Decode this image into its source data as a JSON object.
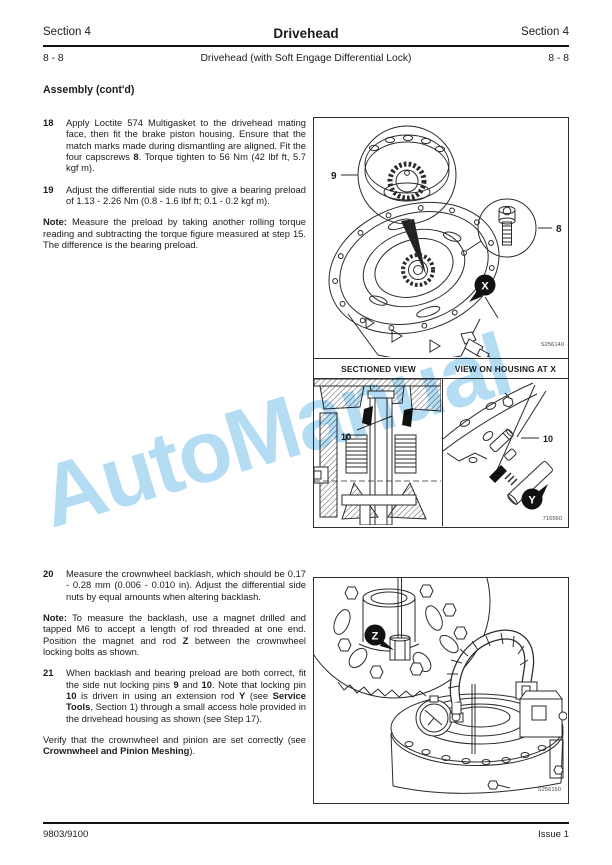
{
  "header": {
    "left": "Section 4",
    "center": "Drivehead",
    "right": "Section 4",
    "sub_left": "8 - 8",
    "sub_center": "Drivehead (with Soft Engage Differential Lock)",
    "sub_right": "8 - 8"
  },
  "title": "Assembly (cont'd)",
  "steps_top": [
    {
      "num": "18",
      "segments": [
        {
          "t": "Apply Loctite 574 Multigasket to the drivehead mating face, then fit the brake piston housing. Ensure that the match marks made during dismantling are aligned. Fit the four capscrews "
        },
        {
          "t": "8",
          "b": true
        },
        {
          "t": ". Torque tighten to 56 Nm (42 lbf ft, 5.7 kgf m)."
        }
      ]
    },
    {
      "num": "19",
      "segments": [
        {
          "t": "Adjust the differential side nuts to give a bearing preload of 1.13 - 2.26 Nm (0.8 - 1.6 lbf ft; 0.1 - 0.2 kgf m)."
        }
      ]
    }
  ],
  "note1": {
    "segments": [
      {
        "t": "Note:",
        "b": true
      },
      {
        "t": " Measure the preload by taking another rolling torque reading and subtracting the torque figure measured at step 15. The difference is the bearing preload."
      }
    ]
  },
  "steps_bottom": [
    {
      "num": "20",
      "segments": [
        {
          "t": "Measure the crownwheel backlash, which should be 0.17 - 0.28 mm (0.006 - 0.010 in). Adjust the differential side nuts by equal amounts when altering backlash."
        }
      ]
    },
    {
      "num": "21",
      "segments": [
        {
          "t": "When backlash and bearing preload are both correct, fit the side nut locking pins "
        },
        {
          "t": "9",
          "b": true
        },
        {
          "t": " and "
        },
        {
          "t": "10",
          "b": true
        },
        {
          "t": ". Note that locking pin "
        },
        {
          "t": "10",
          "b": true
        },
        {
          "t": " is driven in using an extension rod "
        },
        {
          "t": "Y",
          "b": true
        },
        {
          "t": " (see "
        },
        {
          "t": "Service Tools",
          "b": true
        },
        {
          "t": ", Section 1) through a small access hole provided in the drivehead housing as shown (see Step 17)."
        }
      ]
    }
  ],
  "note2": {
    "segments": [
      {
        "t": "Note:",
        "b": true
      },
      {
        "t": " To measure the backlash, use a magnet drilled and tapped M6 to accept a length of rod threaded at one end. Position the magnet and rod "
      },
      {
        "t": "Z",
        "b": true
      },
      {
        "t": " between the crownwheel locking bolts as shown."
      }
    ]
  },
  "closing": {
    "segments": [
      {
        "t": "Verify that the crownwheel and pinion are set correctly (see "
      },
      {
        "t": "Crownwheel and Pinion Meshing",
        "b": true
      },
      {
        "t": ")."
      }
    ]
  },
  "figures": {
    "captions": {
      "left": "SECTIONED VIEW",
      "right": "VIEW ON HOUSING AT X"
    },
    "fig1": {
      "label9": "9",
      "label8": "8",
      "badge_x": "X",
      "code": "S256140"
    },
    "fig2": {
      "label10": "10"
    },
    "fig3": {
      "label10": "10",
      "badge_y": "Y",
      "code": "716560"
    },
    "fig4": {
      "badge_z": "Z",
      "code": "S256150"
    }
  },
  "watermark": {
    "text": "AutoManual",
    "color": "#aed9f2"
  },
  "footer": {
    "left": "9803/9100",
    "right": "Issue 1"
  }
}
